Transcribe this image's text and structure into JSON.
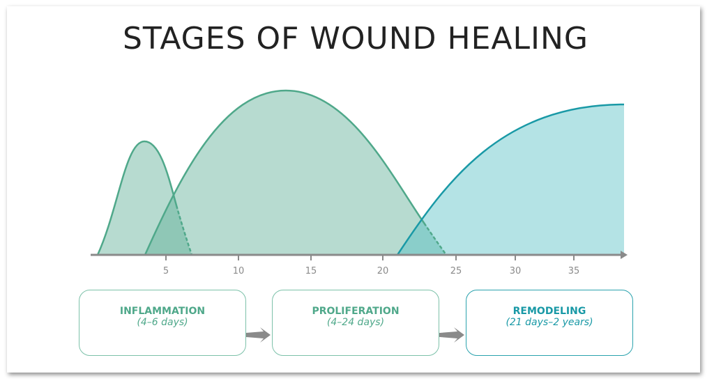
{
  "title": "STAGES OF WOUND HEALING",
  "axis_ticks": [
    "5",
    "10",
    "15",
    "20",
    "25",
    "30",
    "35"
  ],
  "stages": [
    {
      "name": "INFLAMMATION",
      "days": "(4–6 days)"
    },
    {
      "name": "PROLIFERATION",
      "days": "(4–24 days)"
    },
    {
      "name": "REMODELING",
      "days": "(21 days–2 years)"
    }
  ],
  "colors": {
    "green": "#4fa88a",
    "teal": "#1999a6",
    "axis": "#8a8a8a"
  }
}
